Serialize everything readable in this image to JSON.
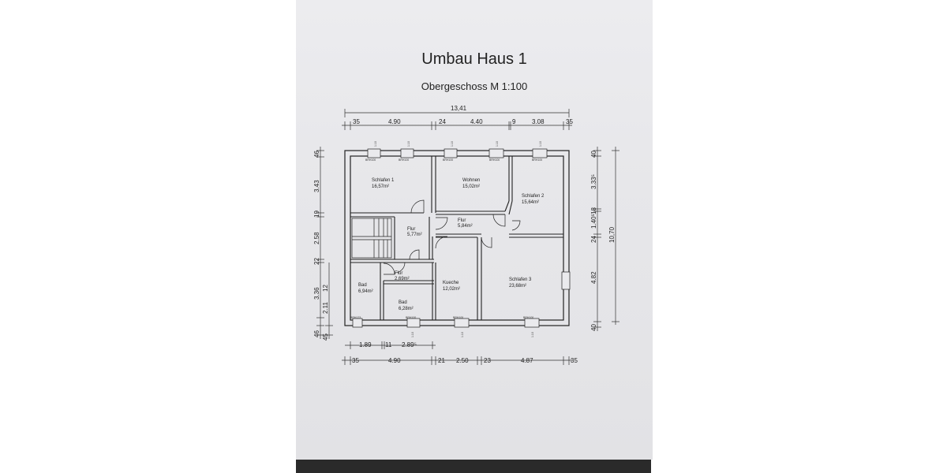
{
  "document": {
    "title": "Umbau Haus 1",
    "subtitle": "Obergeschoss M 1:100"
  },
  "dimensions": {
    "top_total": "13,41",
    "top_chain": [
      "35",
      "4.90",
      "24",
      "4.40",
      "9",
      "3.08",
      "35"
    ],
    "bottom_inner": [
      "1.89",
      "11",
      "2.89⁵"
    ],
    "bottom_chain": [
      "35",
      "4.90",
      "21",
      "2.50",
      "23",
      "4.87",
      "35"
    ],
    "left_chain": [
      "46",
      "3.43",
      "19",
      "2.58",
      "22",
      "3.36",
      "12",
      "2.11",
      "46"
    ],
    "left_extra": "45",
    "right_chain": [
      "40",
      "3.33⁵",
      "18",
      "1.40⁵",
      "24",
      "4.82",
      "40"
    ],
    "right_total": "10,70"
  },
  "rooms": {
    "schlafen1": {
      "name": "Schlafen 1",
      "area": "16,57m²"
    },
    "wohnen": {
      "name": "Wohnen",
      "area": "15,02m²"
    },
    "schlafen2": {
      "name": "Schlafen 2",
      "area": "15,64m²"
    },
    "flur_top": {
      "name": "Flur",
      "area": "5,84m²"
    },
    "flur_mid": {
      "name": "Flur",
      "area": "5,77m²"
    },
    "flur_small": {
      "name": "Flur",
      "area": "2,69m²"
    },
    "bad_left": {
      "name": "Bad",
      "area": "6,94m²"
    },
    "bad_mid": {
      "name": "Bad",
      "area": "6,28m²"
    },
    "kueche": {
      "name": "Kueche",
      "area": "12,02m²"
    },
    "schlafen3": {
      "name": "Schlafen 3",
      "area": "23,68m²"
    }
  },
  "window_marks": {
    "brh100": "BRH100",
    "brh123": "BRH123",
    "size": "1.10"
  }
}
